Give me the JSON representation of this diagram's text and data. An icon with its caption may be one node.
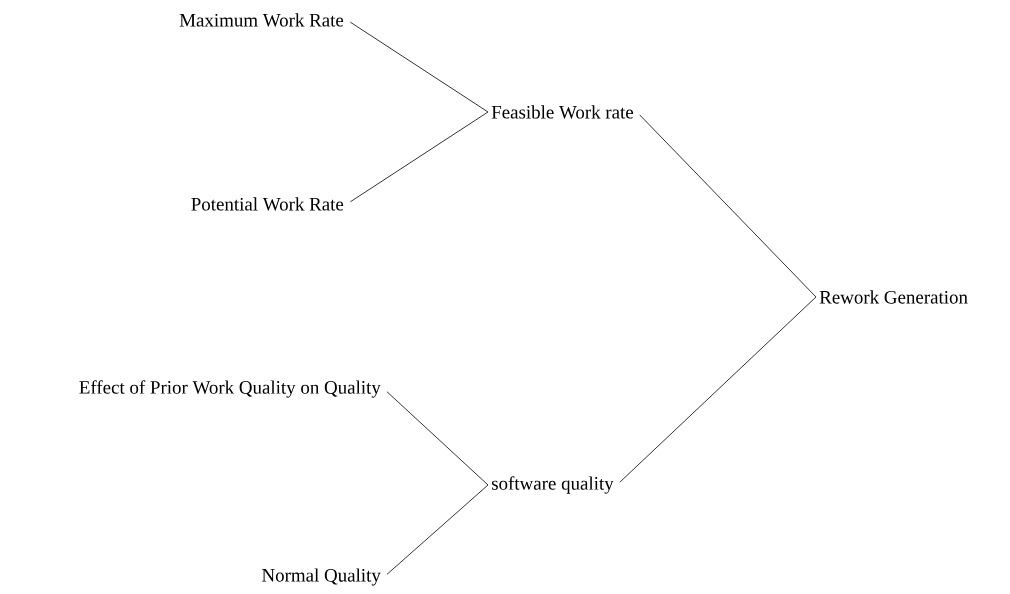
{
  "diagram": {
    "nodes": [
      {
        "text": [
          "Maximum Work Rate"
        ]
      },
      {
        "text": [
          "Feasible Work rate"
        ]
      },
      {
        "text": [
          "Potential Work Rate"
        ]
      },
      {
        "text": [
          "Rework Generation"
        ]
      },
      {
        "text": [
          "Effect of Prior Work Quality on Quality"
        ]
      },
      {
        "text": [
          "software quality"
        ]
      },
      {
        "text": [
          "Normal Quality"
        ]
      }
    ],
    "edges": [
      {
        "from": 0,
        "to": 1,
        "arrow": "none"
      },
      {
        "from": 2,
        "to": 1,
        "arrow": "none"
      },
      {
        "from": 1,
        "to": 3,
        "arrow": "none"
      },
      {
        "from": 5,
        "to": 3,
        "arrow": "none"
      },
      {
        "from": 4,
        "to": 5,
        "arrow": "none"
      },
      {
        "from": 6,
        "to": 5,
        "arrow": "none"
      }
    ]
  }
}
